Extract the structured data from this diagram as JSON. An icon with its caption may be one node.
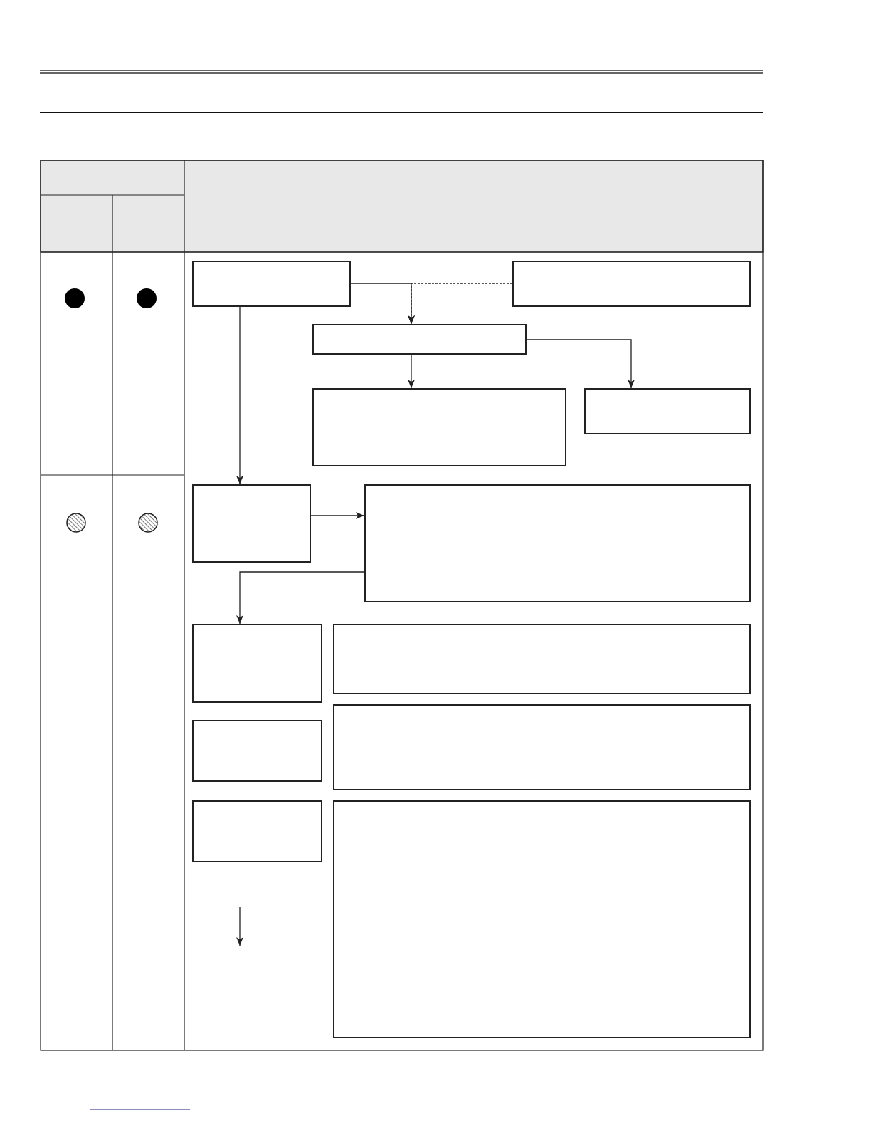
{
  "diagram": {
    "nodes": [
      {
        "text": [],
        "shape": "box"
      },
      {
        "text": [],
        "shape": "box"
      },
      {
        "text": [],
        "shape": "box"
      },
      {
        "text": [],
        "shape": "box"
      },
      {
        "text": [],
        "shape": "box"
      },
      {
        "text": [],
        "shape": "box"
      },
      {
        "text": [],
        "shape": "box"
      },
      {
        "text": [],
        "shape": "box"
      },
      {
        "text": [],
        "shape": "box"
      },
      {
        "text": [],
        "shape": "box"
      },
      {
        "text": [],
        "shape": "box"
      },
      {
        "text": [],
        "shape": "box"
      },
      {
        "text": [],
        "shape": "box"
      }
    ],
    "edges": [
      {
        "from": 0,
        "to": 2,
        "arrow": "to"
      },
      {
        "from": 1,
        "to": 2,
        "arrow": "to",
        "style": "dashed"
      },
      {
        "from": 2,
        "to": 3,
        "arrow": "to"
      },
      {
        "from": 2,
        "to": 4,
        "arrow": "to"
      },
      {
        "from": 0,
        "to": 5,
        "arrow": "to"
      },
      {
        "from": 5,
        "to": 6,
        "arrow": "to"
      },
      {
        "from": 6,
        "to": 7,
        "arrow": "to"
      }
    ]
  }
}
